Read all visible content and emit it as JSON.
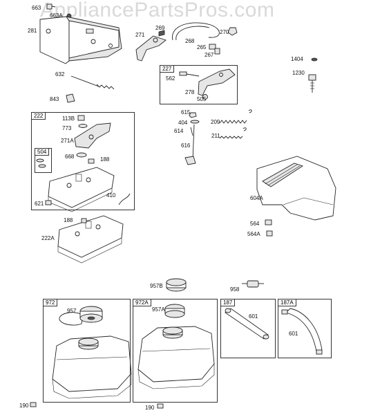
{
  "watermark": "AppliancePartsPros.com",
  "labels": {
    "l663": "663",
    "l663A": "663A",
    "l281": "281",
    "l271": "271",
    "l269": "269",
    "l270": "270",
    "l268": "268",
    "l265": "265",
    "l267": "267",
    "l632": "632",
    "l843": "843",
    "l1404": "1404",
    "l1230": "1230",
    "l562": "562",
    "l278": "278",
    "l505": "505",
    "l615": "615",
    "l404": "404",
    "l209": "209",
    "l614": "614",
    "l211": "211",
    "l616": "616",
    "l1138": "113B",
    "l773": "773",
    "l271A": "271A",
    "l668": "668",
    "l188a": "188",
    "l410": "410",
    "l621": "621",
    "l188b": "188",
    "l222A": "222A",
    "l604A": "604A",
    "l564": "564",
    "l564A": "564A",
    "l957B": "957B",
    "l958": "958",
    "l957": "957",
    "l957A": "957A",
    "l601a": "601",
    "l601b": "601",
    "l190a": "190",
    "l190b": "190"
  },
  "boxes": {
    "b227": "227",
    "b222": "222",
    "b504": "504",
    "b972": "972",
    "b972A": "972A",
    "b187": "187",
    "b187A": "187A"
  }
}
